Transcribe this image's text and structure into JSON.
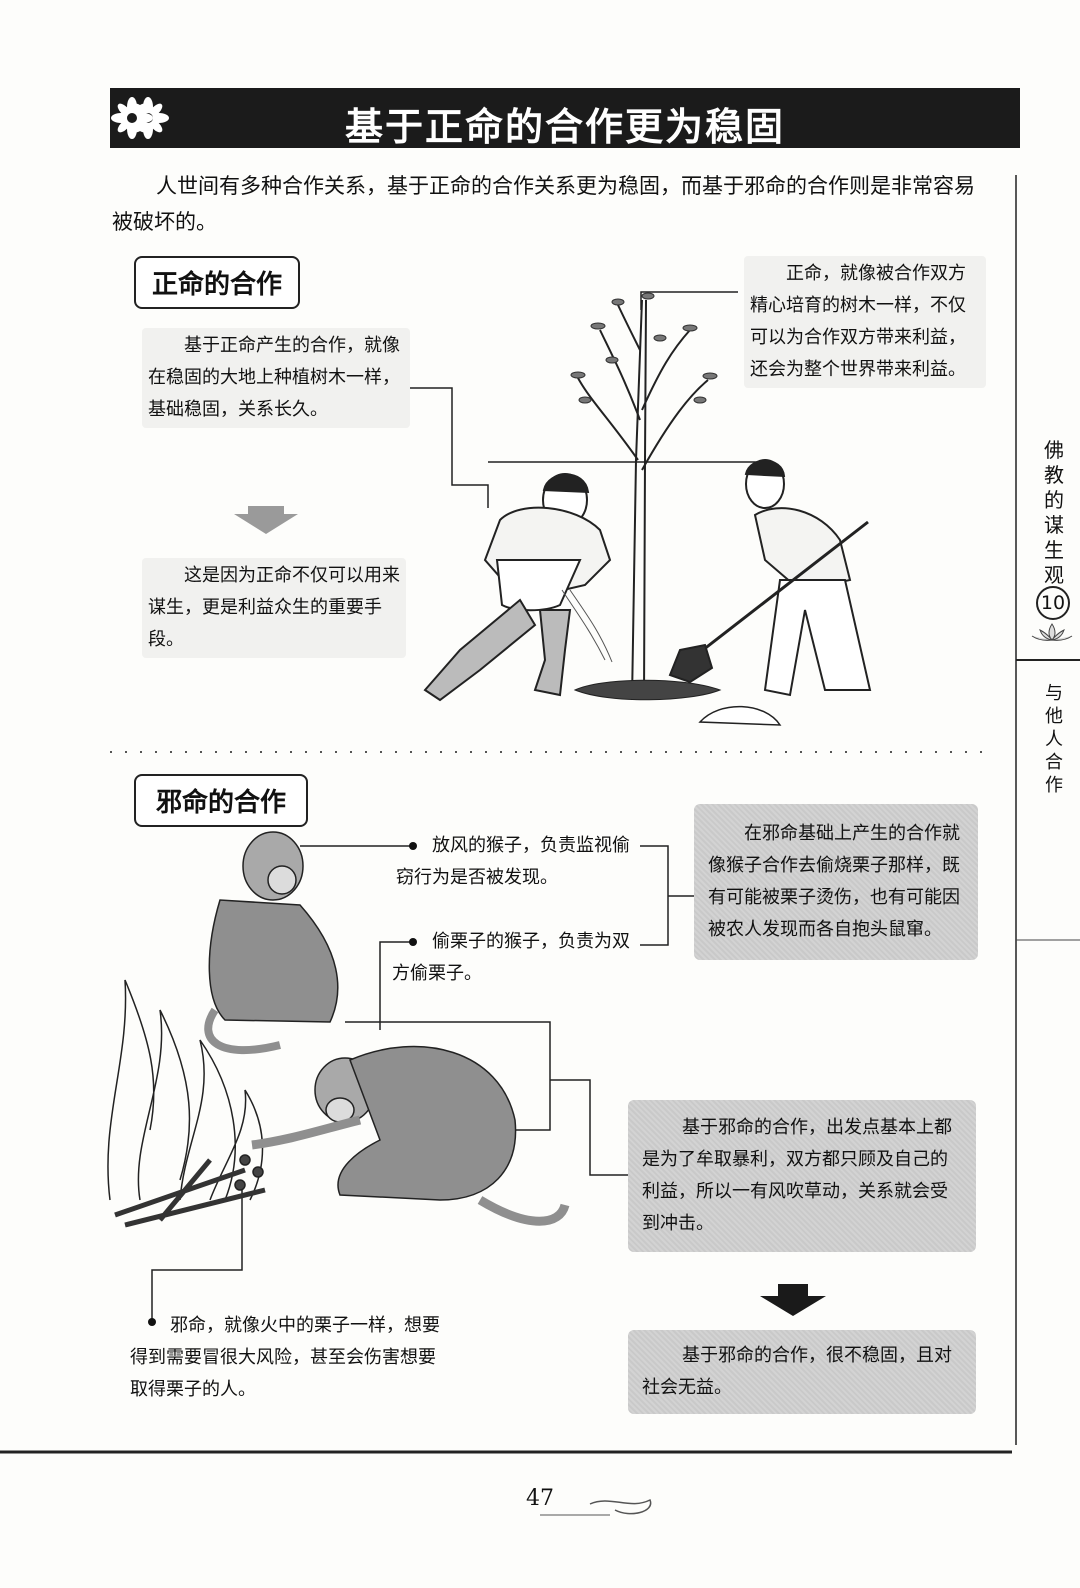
{
  "page": {
    "title": "基于正命的合作更为稳固",
    "intro": "人世间有多种合作关系，基于正命的合作关系更为稳固，而基于邪命的合作则是非常容易被破坏的。",
    "page_number": "47"
  },
  "right_tab": {
    "chapter": "佛教的谋生观",
    "chapter_number": "10",
    "section": "与他人合作"
  },
  "right_livelihood": {
    "label": "正命的合作",
    "note_foundation": "基于正命产生的合作，就像在稳固的大地上种植树木一样，基础稳固，关系长久。",
    "note_reason": "这是因为正命不仅可以用来谋生，更是利益众生的重要手段。",
    "note_tree": "正命，就像被合作双方精心培育的树木一样，不仅可以为合作双方带来利益，还会为整个世界带来利益。"
  },
  "wrong_livelihood": {
    "label": "邪命的合作",
    "note_lookout_monkey": "放风的猴子，负责监视偷窃行为是否被发现。",
    "note_stealing_monkey": "偷栗子的猴子，负责为双方偷栗子。",
    "box_monkeys": "在邪命基础上产生的合作就像猴子合作去偷烧栗子那样，既有可能被栗子烫伤，也有可能因被农人发现而各自抱头鼠窜。",
    "box_profit": "基于邪命的合作，出发点基本上都是为了牟取暴利，双方都只顾及自己的利益，所以一有风吹草动，关系就会受到冲击。",
    "box_conclusion": "基于邪命的合作，很不稳固，且对社会无益。",
    "note_chestnut": "邪命，就像火中的栗子一样，想要得到需要冒很大风险，甚至会伤害想要取得栗子的人。"
  }
}
